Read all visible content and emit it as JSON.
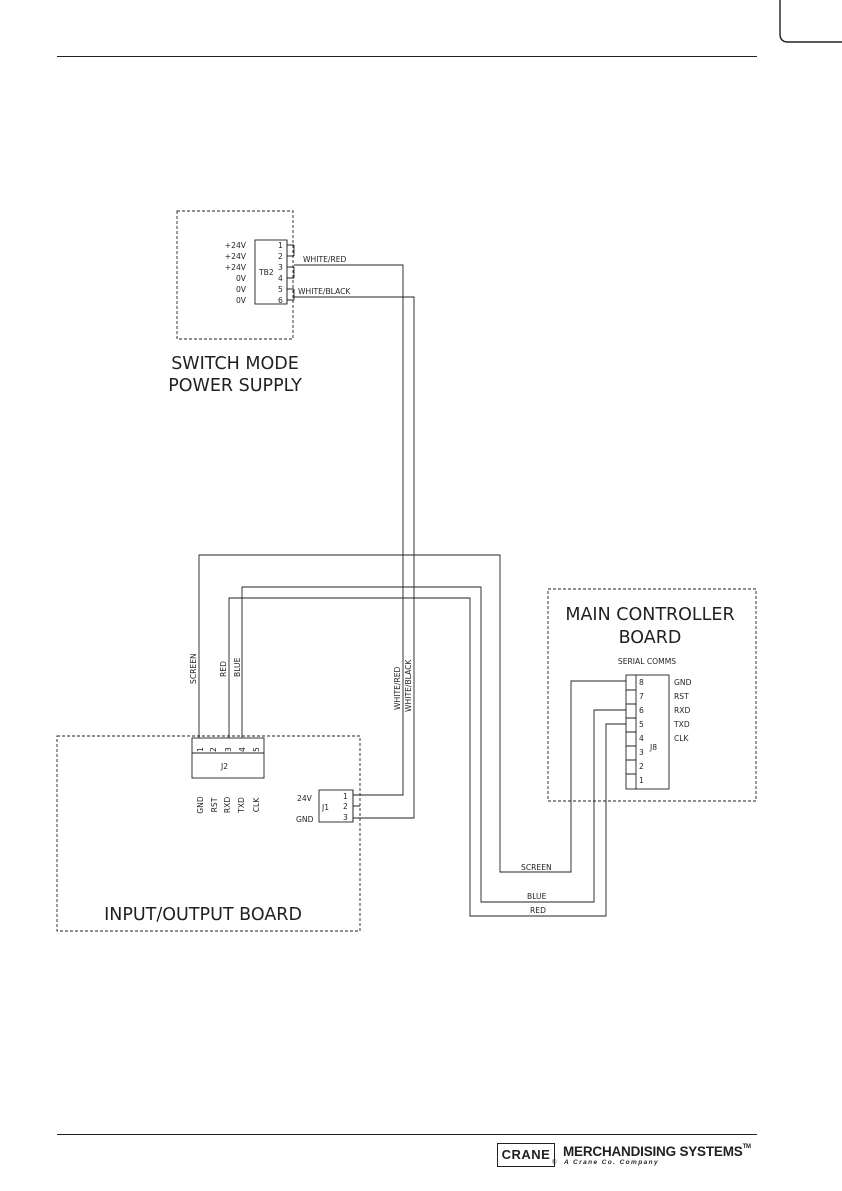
{
  "power_supply": {
    "title_line1": "SWITCH MODE",
    "title_line2": "POWER SUPPLY",
    "connector": "TB2",
    "voltages": [
      "+24V",
      "+24V",
      "+24V",
      "0V",
      "0V",
      "0V"
    ],
    "pins": [
      "1",
      "2",
      "3",
      "4",
      "5",
      "6"
    ],
    "wire_white_red": "WHITE/RED",
    "wire_white_black": "WHITE/BLACK"
  },
  "io_board": {
    "title": "INPUT/OUTPUT BOARD",
    "j2_connector": "J2",
    "j2_pins": [
      "1",
      "2",
      "3",
      "4",
      "5"
    ],
    "j2_signals": [
      "GND",
      "RST",
      "RXD",
      "TXD",
      "CLK"
    ],
    "j1_connector": "J1",
    "j1_pins": [
      "1",
      "2",
      "3"
    ],
    "j1_label_24v": "24V",
    "j1_label_gnd": "GND"
  },
  "vertical_wire_labels": {
    "screen": "SCREEN",
    "red": "RED",
    "blue": "BLUE",
    "white_red": "WHITE/RED",
    "white_black": "WHITE/BLACK"
  },
  "main_controller": {
    "title_line1": "MAIN CONTROLLER",
    "title_line2": "BOARD",
    "subtitle": "SERIAL COMMS",
    "connector": "J8",
    "pins": [
      "8",
      "7",
      "6",
      "5",
      "4",
      "3",
      "2",
      "1"
    ],
    "signals": [
      "GND",
      "RST",
      "RXD",
      "TXD",
      "CLK"
    ]
  },
  "bottom_wire_labels": {
    "screen": "SCREEN",
    "blue": "BLUE",
    "red": "RED"
  },
  "footer": {
    "logo_crane": "CRANE",
    "logo_reg": "®",
    "logo_name": "MERCHANDISING SYSTEMS",
    "logo_tm": "TM",
    "logo_sub": "A Crane Co. Company"
  }
}
